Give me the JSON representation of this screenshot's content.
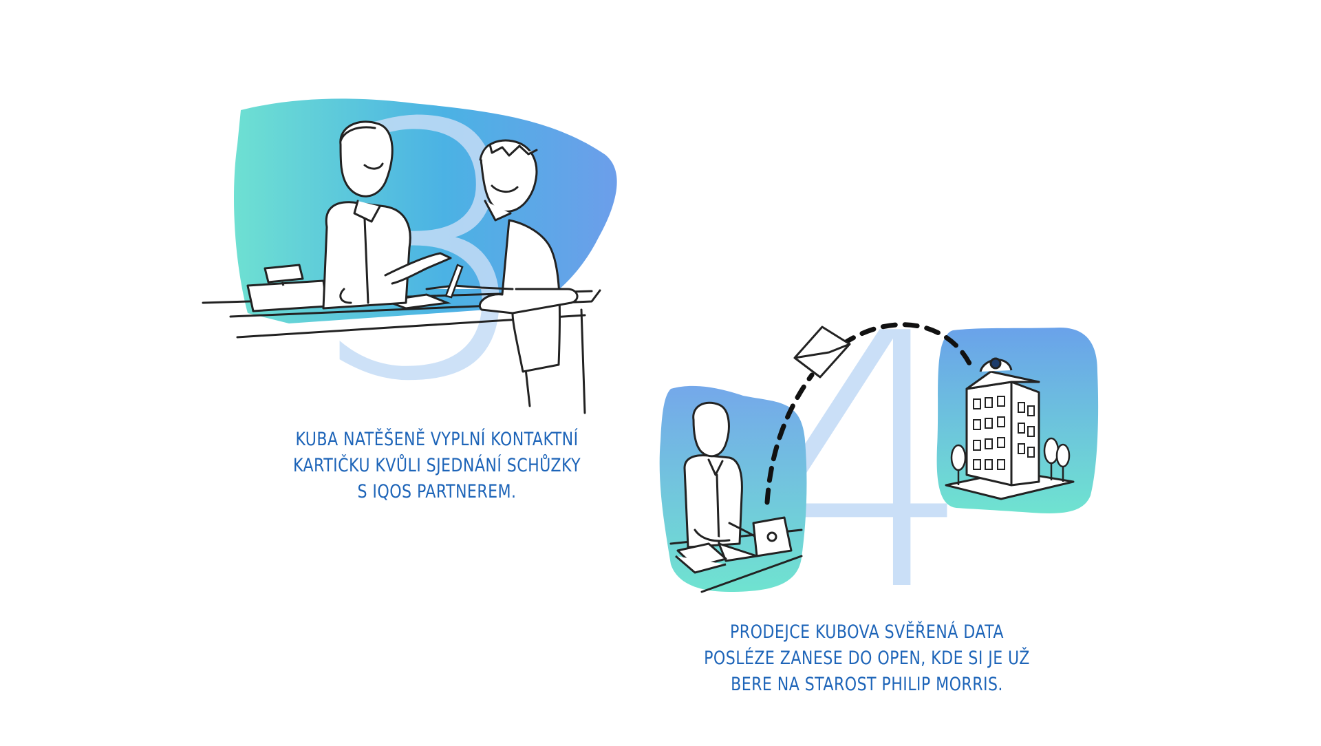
{
  "steps": [
    {
      "number": "3",
      "caption": [
        "Kuba natěšeně vyplní kontaktní",
        "kartičku kvůli sjednání schůzky",
        "s IQOS partnerem."
      ]
    },
    {
      "number": "4",
      "caption": [
        "Prodejce Kubova svěřená data",
        "posléze zanese do OPEN, kde si je už",
        "bere na starost Philip Morris."
      ]
    }
  ],
  "colors": {
    "caption_text": "#1d64b8",
    "numeral": "#c7def6",
    "blob_top": "#6fa8e8",
    "blob_bottom": "#6fe0d0",
    "line_art": "#222222"
  }
}
